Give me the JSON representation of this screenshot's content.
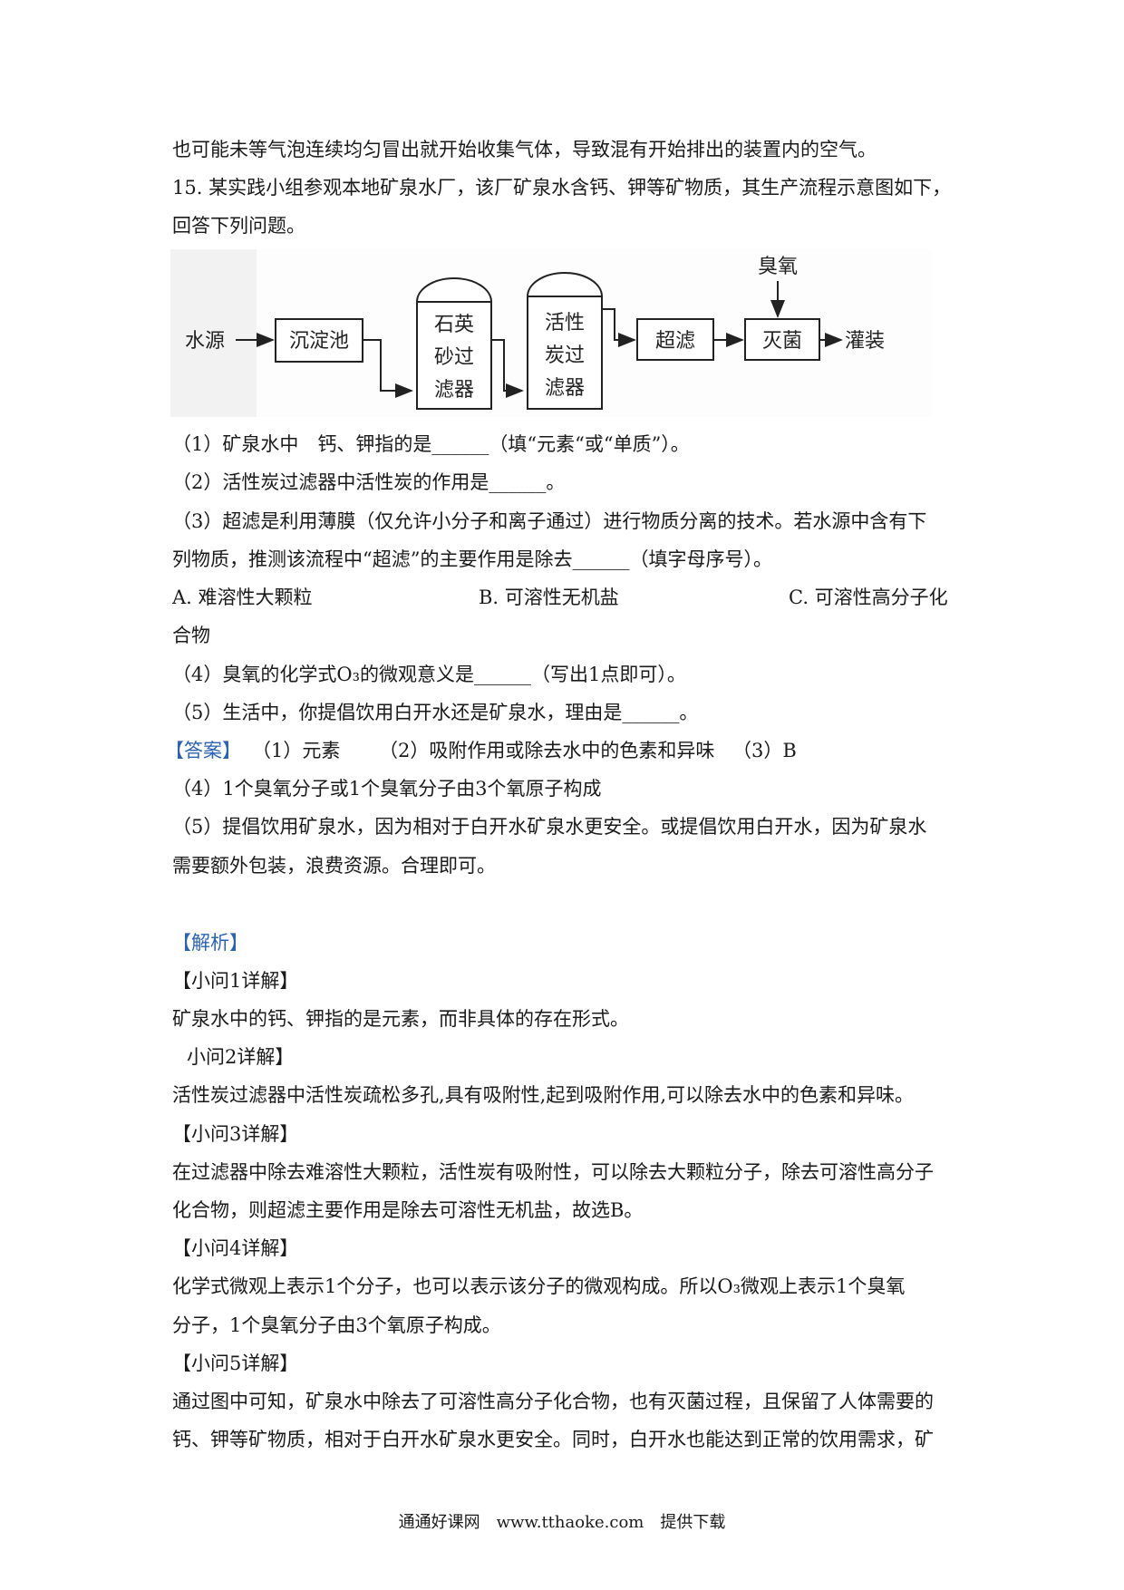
{
  "lines": [
    "也可能未等气泡连续均匀冒出就开始收集气体，导致混有开始排出的装置内的空气。",
    "15. 某实践小组参观本地矿泉水厂，该厂矿泉水含钙、钾等矿物质，其生产流程示意图如下，",
    "回答下列问题。",
    "（1）矿泉水中　钙、钾指的是______（填“元素“或“单质”）。",
    "（2）活性炭过滤器中活性炭的作用是______。",
    "（3）超滤是利用薄膜（仅允许小分子和离子通过）进行物质分离的技术。若水源中含有下",
    "列物质，推测该流程中“超滤”的主要作用是除去______（填字母序号）。",
    "合物",
    "（4）臭氧的化学式O₃的微观意义是______（写出1点即可）。",
    "（5）生活中，你提倡饮用白开水还是矿泉水，理由是______。",
    "（4）1个臭氧分子或1个臭氧分子由3个氧原子构成",
    "（5）提倡饮用矿泉水，因为相对于白开水矿泉水更安全。或提倡饮用白开水，因为矿泉水",
    "需要额外包装，浪费资源。合理即可。",
    "矿泉水中的钙、钾指的是元素，而非具体的存在形式。",
    "小问2详解】",
    "活性炭过滤器中活性炭疏松多孔,具有吸附性,起到吸附作用,可以除去水中的色素和异味。",
    "在过滤器中除去难溶性大颗粒，活性炭有吸附性，可以除去大颗粒分子，除去可溶性高分子",
    "化合物，则超滤主要作用是除去可溶性无机盐，故选B。",
    "化学式微观上表示1个分子，也可以表示该分子的微观构成。所以O₃微观上表示1个臭氧",
    "分子，1个臭氧分子由3个氧原子构成。",
    "通过图中可知，矿泉水中除去了可溶性高分子化合物，也有灭菌过程，且保留了人体需要的",
    "钙、钾等矿物质，相对于白开水矿泉水更安全。同时，白开水也能达到正常的饮用需求，矿"
  ],
  "options": {
    "a": "A. 难溶性大颗粒",
    "b": "B. 可溶性无机盐",
    "c": "C. 可溶性高分子化"
  },
  "answer": {
    "tag": "【答案】",
    "p1": "（1）元素",
    "p2": "（2）吸附作用或除去水中的色素和异味",
    "p3": "（3）B"
  },
  "headings": {
    "analysis": "【解析】",
    "q1": "【小问1详解】",
    "q3": "【小问3详解】",
    "q4": "【小问4详解】",
    "q5": "【小问5详解】"
  },
  "diagram": {
    "source": "水源",
    "sediment": "沉淀池",
    "quartz": [
      "石英",
      "砂过",
      "滤器"
    ],
    "carbon": [
      "活性",
      "炭过",
      "滤器"
    ],
    "ultra": "超滤",
    "sterilize": "灭菌",
    "ozone": "臭氧",
    "fill": "灌装"
  },
  "footer": "通通好课网　www.tthaoke.com　提供下载"
}
